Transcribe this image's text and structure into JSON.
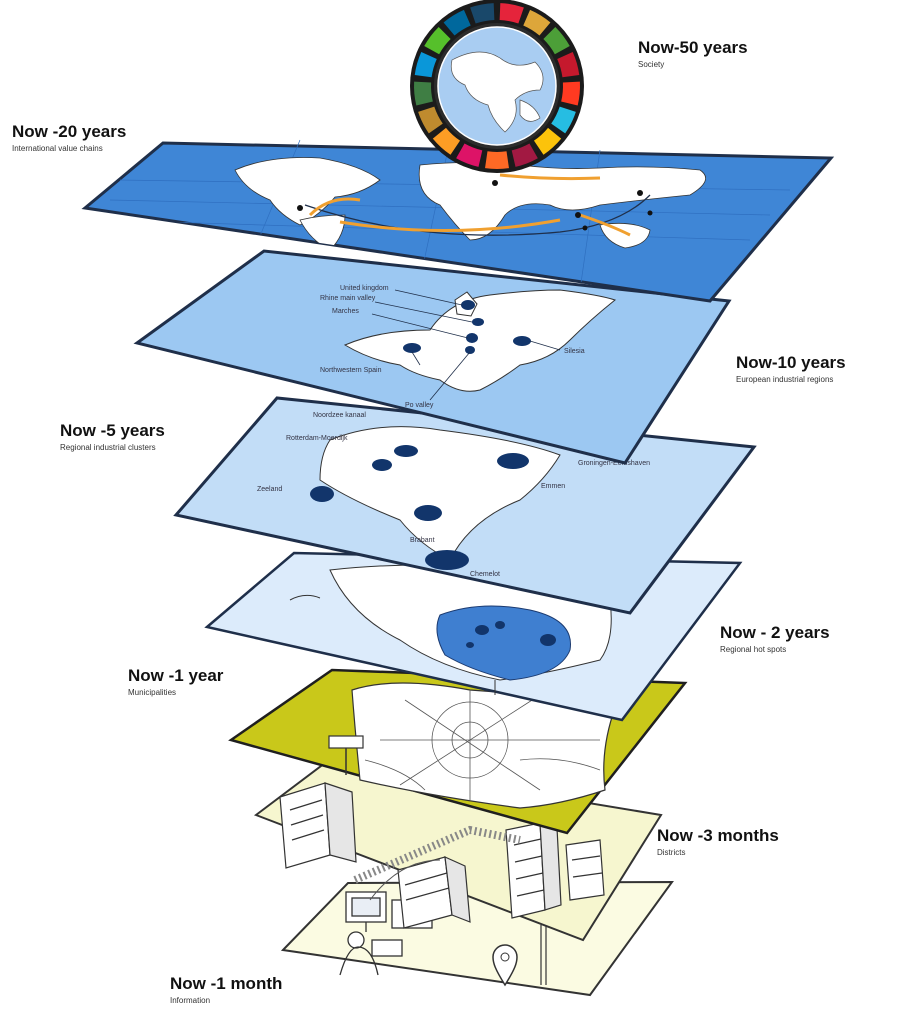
{
  "layers": [
    {
      "id": "society",
      "title": "Now-50 years",
      "subtitle": "Society"
    },
    {
      "id": "value-chains",
      "title": "Now -20 years",
      "subtitle": "International value chains"
    },
    {
      "id": "regions",
      "title": "Now-10 years",
      "subtitle": "European industrial regions"
    },
    {
      "id": "clusters",
      "title": "Now -5 years",
      "subtitle": "Regional industrial clusters"
    },
    {
      "id": "hotspots",
      "title": "Now - 2 years",
      "subtitle": "Regional hot spots"
    },
    {
      "id": "municipalities",
      "title": "Now -1 year",
      "subtitle": "Municipalities"
    },
    {
      "id": "districts",
      "title": "Now -3 months",
      "subtitle": "Districts"
    },
    {
      "id": "information",
      "title": "Now -1 month",
      "subtitle": "Information"
    }
  ],
  "map_labels": {
    "regions": [
      "United kingdom",
      "Rhine main valley",
      "Marches",
      "Northwestern Spain",
      "Po valley",
      "Silesia"
    ],
    "clusters": [
      "Noordzee kanaal",
      "Rotterdam-Moerdijk",
      "Zeeland",
      "Brabant",
      "Emmen",
      "Groningen-Eemshaven",
      "Chemelot"
    ]
  },
  "colors": {
    "layer_20": "#3f86d6",
    "layer_10": "#9cc8f2",
    "layer_5": "#c2ddf7",
    "layer_2": "#dcebfb",
    "layer_1": "#c9c81a",
    "layer_3m": "#f6f6cf",
    "layer_1m": "#fbfbe2",
    "cluster_blob": "#12356b",
    "edge": "#1f2f4a",
    "arrow": "#f0a030"
  },
  "icons": [
    "sdg-wheel-icon",
    "world-map-icon",
    "location-pin-icon",
    "building-icon",
    "computer-user-icon",
    "street-sign-icon"
  ]
}
